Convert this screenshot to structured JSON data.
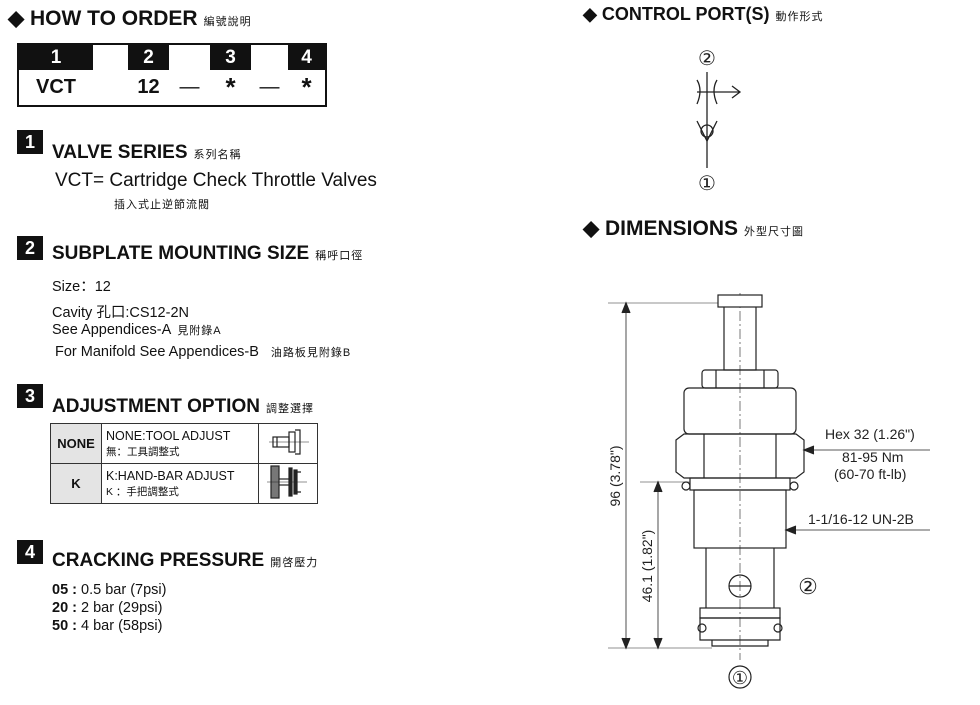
{
  "how_to_order": {
    "title": "HOW TO  ORDER",
    "title_cn": "編號說明",
    "keys": [
      "1",
      "2",
      "3",
      "4"
    ],
    "values": [
      "VCT",
      "12",
      "—",
      "*",
      "—",
      "*"
    ]
  },
  "s1": {
    "num": "1",
    "title": "VALVE SERIES",
    "title_cn": "系列名稱",
    "desc": "VCT= Cartridge Check Throttle Valves",
    "desc_cn": "插入式止逆節流閥"
  },
  "s2": {
    "num": "2",
    "title": "SUBPLATE MOUNTING SIZE",
    "title_cn": "稱呼口徑",
    "size": "Size：12",
    "cavity": "Cavity 孔口:CS12-2N",
    "see_a": "See Appendices-A",
    "see_a_cn": "見附錄A",
    "see_b": "For Manifold See Appendices-B",
    "see_b_cn": "油路板見附錄B"
  },
  "s3": {
    "num": "3",
    "title": "ADJUSTMENT OPTION",
    "title_cn": "調整選擇",
    "rows": [
      {
        "code": "NONE",
        "desc": "NONE:TOOL ADJUST",
        "desc_cn": "無：工具調整式"
      },
      {
        "code": "K",
        "desc": "K:HAND-BAR ADJUST",
        "desc_cn": "K ：手把調整式"
      }
    ]
  },
  "s4": {
    "num": "4",
    "title": "CRACKING PRESSURE",
    "title_cn": "開啓壓力",
    "items": [
      {
        "code": "05 :",
        "val": " 0.5 bar (7psi)"
      },
      {
        "code": "20 :",
        "val": " 2 bar (29psi)"
      },
      {
        "code": "50 :",
        "val": " 4 bar (58psi)"
      }
    ]
  },
  "control": {
    "title": "CONTROL PORT(S)",
    "title_cn": "動作形式",
    "port_top": "②",
    "port_bottom": "①"
  },
  "dimensions": {
    "title": "DIMENSIONS",
    "title_cn": "外型尺寸圖",
    "overall": "96 (3.78\")",
    "lower": "46.1 (1.82\")",
    "hex": "Hex 32 (1.26\")",
    "torque1": "81-95 Nm",
    "torque2": "(60-70 ft-lb)",
    "thread": "1-1/16-12 UN-2B",
    "port2": "②",
    "port1": "①"
  }
}
